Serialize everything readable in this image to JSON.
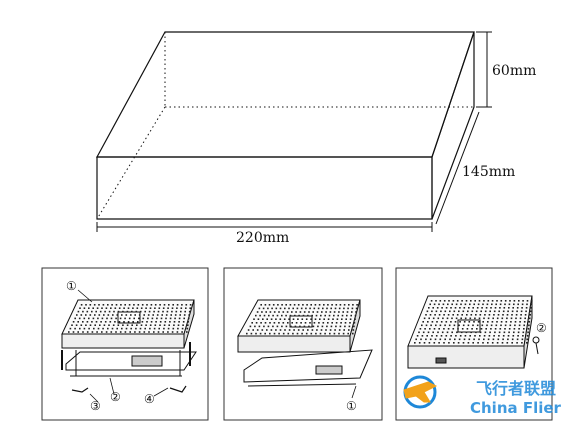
{
  "box_dimensions": {
    "height_label": "60mm",
    "depth_label": "145mm",
    "width_label": "220mm"
  },
  "panels": [
    {
      "callouts": [
        "①",
        "②",
        "③",
        "④"
      ]
    },
    {
      "callouts": [
        "①"
      ]
    },
    {
      "callouts": [
        "②"
      ]
    }
  ],
  "watermark": {
    "cn_text": "飞行者联盟",
    "en_text": "China Flier",
    "color": "#1e88d8"
  },
  "colors": {
    "line": "#111111",
    "panel_border": "#333333"
  }
}
